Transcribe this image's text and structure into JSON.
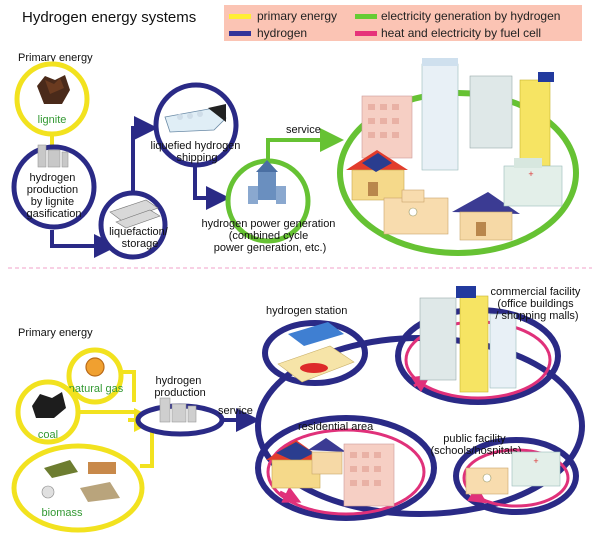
{
  "title": "Hydrogen energy systems",
  "legend": [
    {
      "label": "primary energy",
      "color": "#ffee33"
    },
    {
      "label": "electricity generation  by hydrogen",
      "color": "#66cc33"
    },
    {
      "label": "hydrogen",
      "color": "#333399"
    },
    {
      "label": "heat and electricity by fuel cell",
      "color": "#e6337a"
    }
  ],
  "colors": {
    "primary": "#f2e21f",
    "hydrogen": "#2a2a86",
    "electricity": "#66c233",
    "fuel_cell": "#e0317a",
    "divider": "#f0a0c8",
    "legend_bg": "#fbc4b4",
    "label_green": "#339933"
  },
  "top": {
    "primary_energy_label": "Primary energy",
    "lignite": "lignite",
    "production": [
      "hydrogen",
      "production",
      "by lignite",
      "gasification"
    ],
    "liquefaction": [
      "liquefaction/",
      "storage"
    ],
    "shipping": [
      "liquefied hydrogen",
      "shipping"
    ],
    "power_gen": [
      "hydrogen power generation",
      "(combined cycle",
      "power generation, etc.)"
    ],
    "service": "service"
  },
  "bottom": {
    "primary_energy_label": "Primary energy",
    "natural_gas": "natural gas",
    "coal": "coal",
    "biomass": "biomass",
    "production": [
      "hydrogen",
      "production"
    ],
    "service": "service",
    "station": "hydrogen station",
    "commercial": [
      "commercial facility",
      "(office buildings",
      "/ shopping malls)"
    ],
    "residential": "residential area",
    "public": [
      "public facility",
      "(schools/hospitals)"
    ]
  }
}
